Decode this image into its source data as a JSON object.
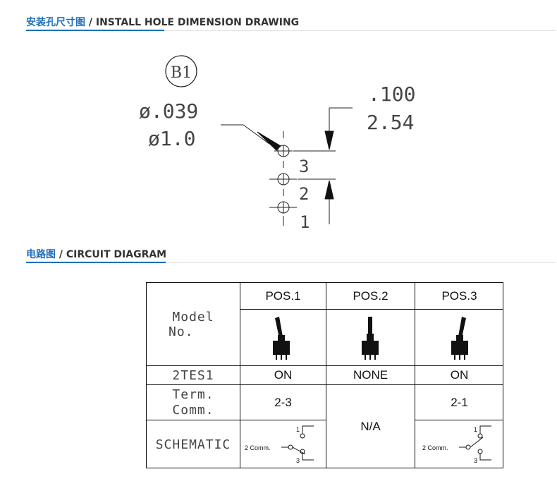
{
  "sections": {
    "install": {
      "title_cn": "安装孔尺寸图",
      "sep": " / ",
      "title_en": "INSTALL HOLE DIMENSION DRAWING"
    },
    "circuit": {
      "title_cn": "电路图",
      "sep": " / ",
      "title_en": "CIRCUIT DIAGRAM"
    }
  },
  "drawing": {
    "badge": "B1",
    "dia_in": "ø.039",
    "dia_mm": "ø1.0",
    "pitch_in": ".100",
    "pitch_mm": "2.54",
    "hole_labels": [
      "3",
      "2",
      "1"
    ]
  },
  "table": {
    "model_label_line1": "Model",
    "model_label_line2": "No.",
    "positions": [
      "POS.1",
      "POS.2",
      "POS.3"
    ],
    "part_no": "2TES1",
    "states": [
      "ON",
      "NONE",
      "ON"
    ],
    "term_label_line1": "Term.",
    "term_label_line2": "Comm.",
    "term_values": [
      "2-3",
      "N/A",
      "2-1"
    ],
    "schematic_label": "SCHEMATIC",
    "schematic": {
      "pin1": "1",
      "pin2": "2 Comm.",
      "pin3": "3"
    }
  },
  "colors": {
    "accent": "#1f6fb8",
    "line": "#111111"
  }
}
